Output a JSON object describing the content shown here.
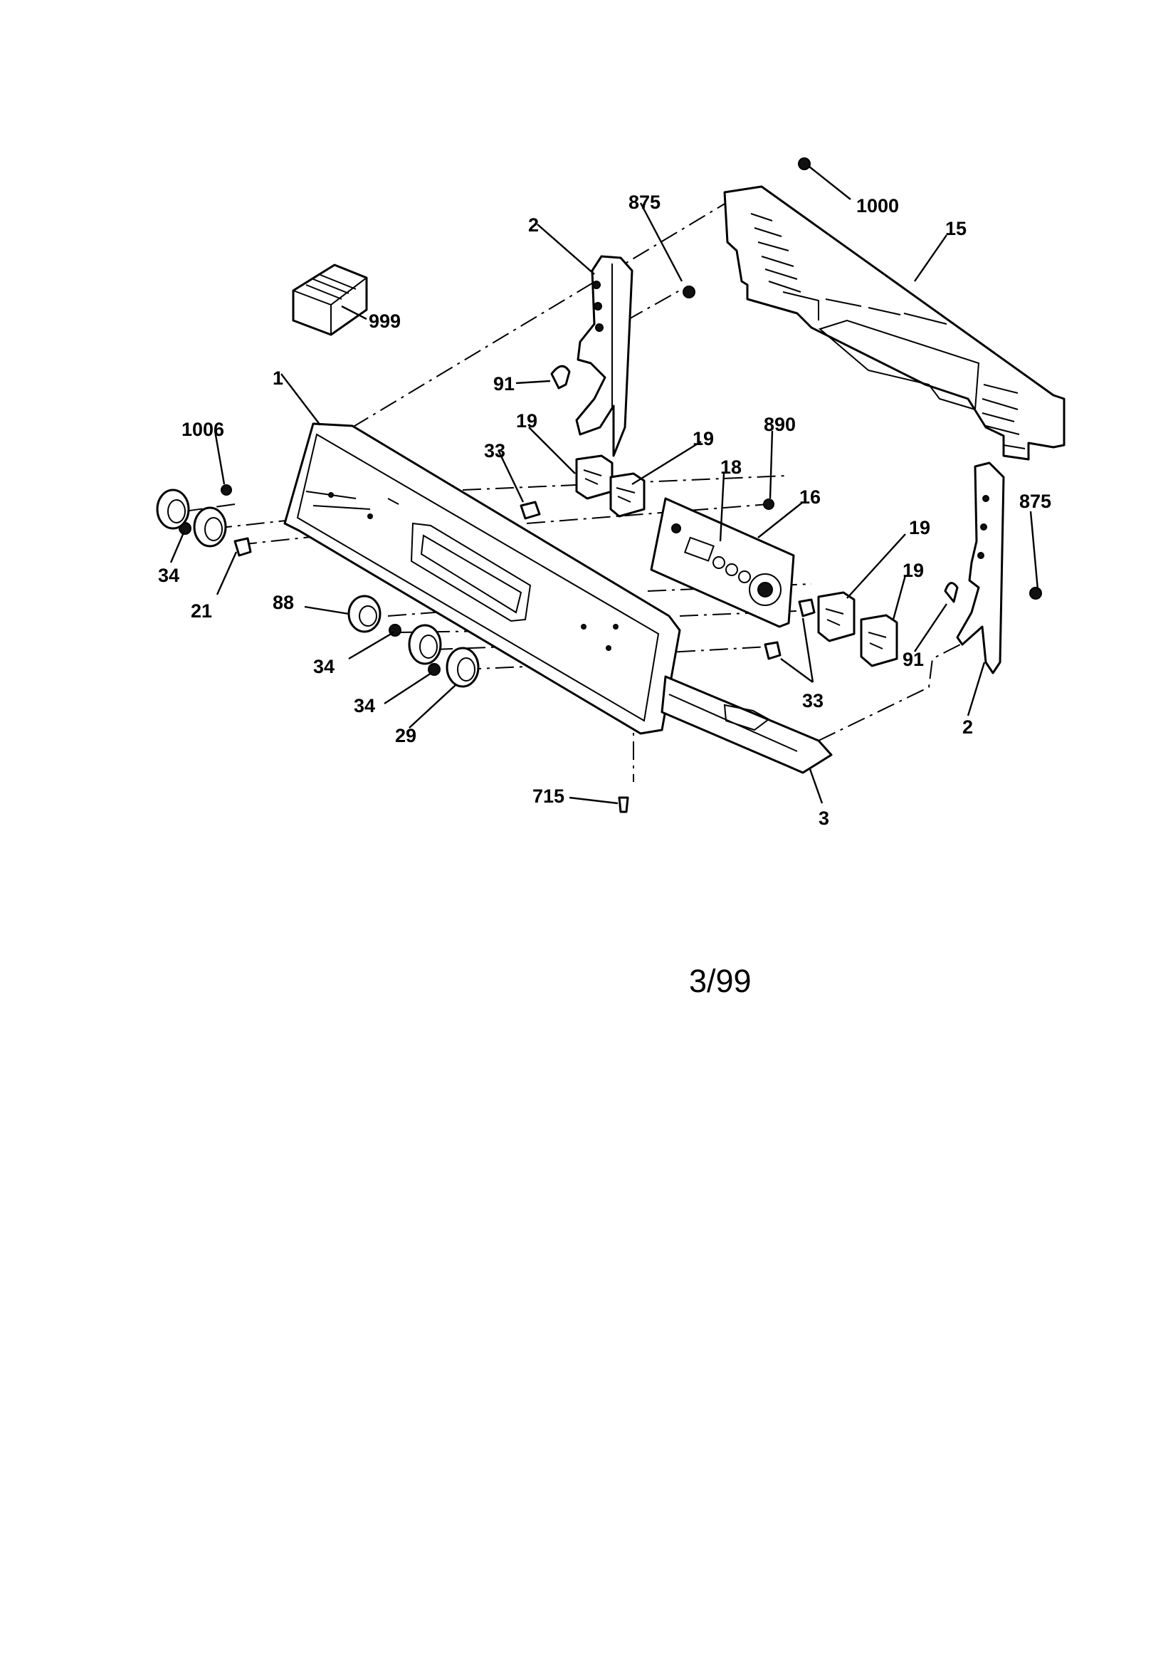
{
  "diagram": {
    "labels": {
      "l_1000": "1000",
      "l_15": "15",
      "l_875_top": "875",
      "l_2_top": "2",
      "l_999": "999",
      "l_91_top": "91",
      "l_1": "1",
      "l_1006": "1006",
      "l_19_a": "19",
      "l_19_b": "19",
      "l_33_top": "33",
      "l_890": "890",
      "l_18": "18",
      "l_16": "16",
      "l_875_right": "875",
      "l_19_c": "19",
      "l_19_d": "19",
      "l_91_right": "91",
      "l_2_right": "2",
      "l_33_right": "33",
      "l_34_left": "34",
      "l_21": "21",
      "l_88": "88",
      "l_34_mid": "34",
      "l_34_low": "34",
      "l_29": "29",
      "l_715": "715",
      "l_3": "3"
    },
    "revision": "3/99"
  }
}
